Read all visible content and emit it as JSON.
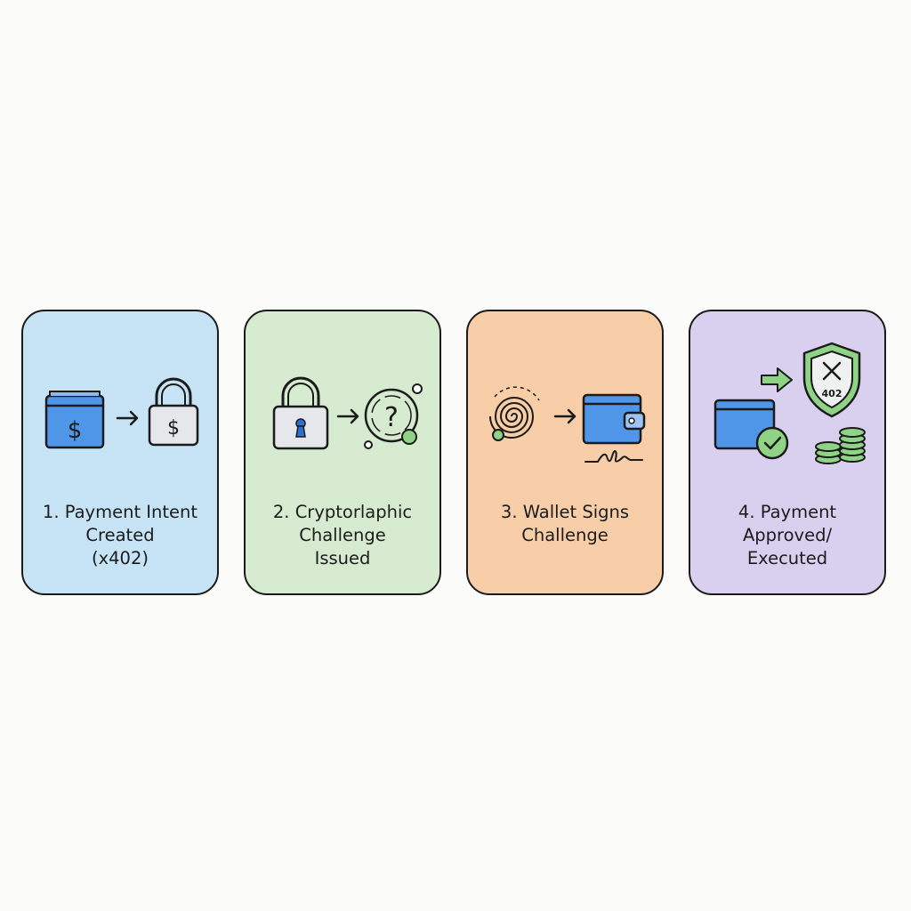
{
  "steps": [
    {
      "lines": [
        "1. Payment Intent",
        "Created",
        "(x402)"
      ],
      "color": "#c7e3f6"
    },
    {
      "lines": [
        "2. Cryptorlaphic",
        "Challenge",
        "Issued"
      ],
      "color": "#d6ebcf"
    },
    {
      "lines": [
        "3. Wallet Signs",
        "Challenge"
      ],
      "color": "#f8cea8"
    },
    {
      "lines": [
        "4. Payment",
        "Approved/",
        "Executed"
      ],
      "color": "#d9d0ef"
    }
  ],
  "icons": {
    "step1": {
      "dollar_symbol": "$",
      "icons": [
        "wallet-icon",
        "arrow-right-icon",
        "padlock-dollar-icon"
      ]
    },
    "step2": {
      "question_symbol": "?",
      "icons": [
        "padlock-keyhole-icon",
        "arrow-right-icon",
        "question-orbit-icon"
      ]
    },
    "step3": {
      "icons": [
        "spiral-challenge-icon",
        "arrow-right-icon",
        "wallet-icon",
        "signature-icon"
      ]
    },
    "step4": {
      "shield_code": "402",
      "icons": [
        "wallet-check-icon",
        "arrow-right-icon",
        "shield-x-icon",
        "coin-stack-icon"
      ]
    }
  },
  "colors": {
    "blue": "#4f95e8",
    "green": "#8fd486",
    "lock_gray": "#e6e7ea",
    "outline": "#1b1b1b"
  }
}
